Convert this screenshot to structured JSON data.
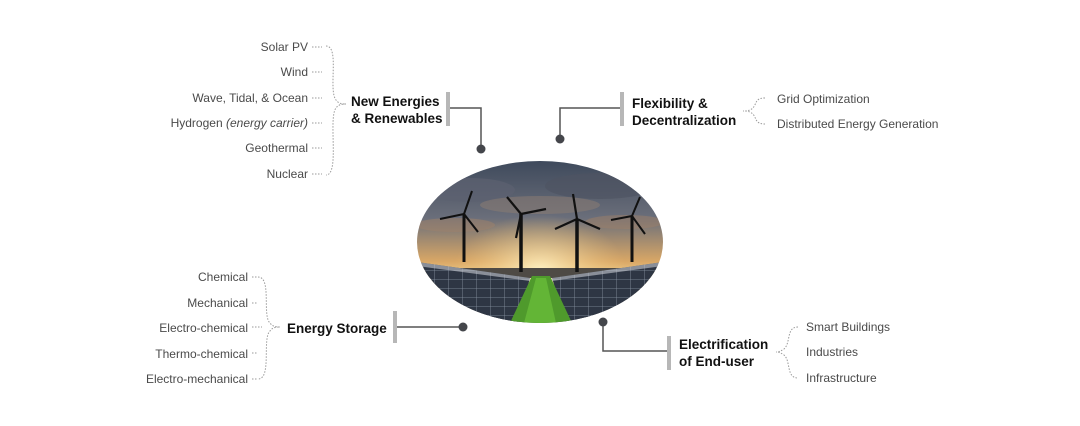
{
  "colors": {
    "connector": "#555555",
    "bar": "#b7b7b7",
    "dot": "#44464b",
    "brace": "#9a9a9a",
    "leaf_text": "#4a4a4a",
    "heading_text": "#111111"
  },
  "center_image": {
    "icon": "wind-turbines-solar-panels-photo"
  },
  "categories": {
    "renewables": {
      "line1": "New Energies",
      "line2": "& Renewables",
      "items": [
        "Solar PV",
        "Wind",
        "Wave, Tidal, & Ocean",
        "Hydrogen",
        "Geothermal",
        "Nuclear"
      ],
      "hydrogen_note": "(energy carrier)"
    },
    "flexibility": {
      "line1": "Flexibility &",
      "line2": "Decentralization",
      "items": [
        "Grid Optimization",
        "Distributed Energy Generation"
      ]
    },
    "storage": {
      "line1": "Energy Storage",
      "items": [
        "Chemical",
        "Mechanical",
        "Electro-chemical",
        "Thermo-chemical",
        "Electro-mechanical"
      ]
    },
    "electrification": {
      "line1": "Electrification",
      "line2": "of End-user",
      "items": [
        "Smart Buildings",
        "Industries",
        "Infrastructure"
      ]
    }
  }
}
